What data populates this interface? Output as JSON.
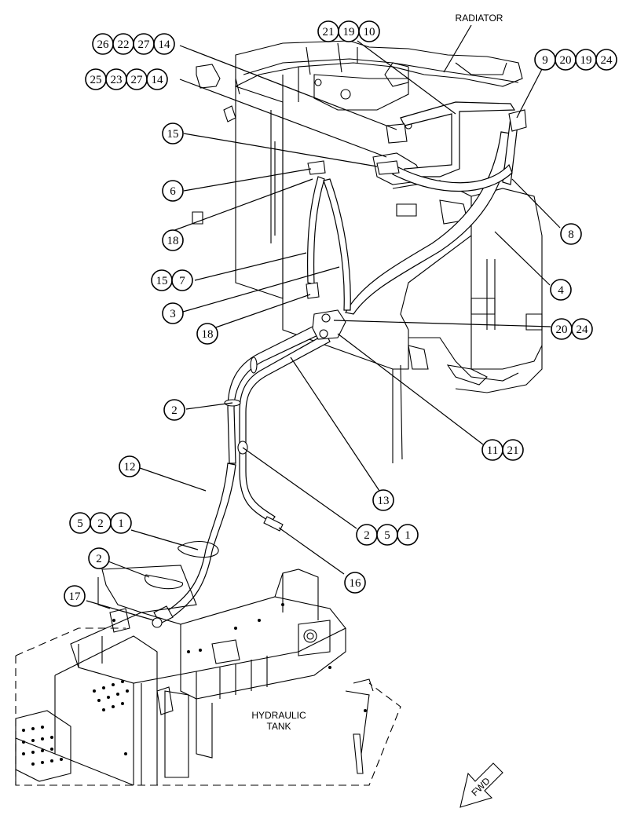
{
  "labels": {
    "radiator": "RADIATOR",
    "tank_line1": "HYDRAULIC",
    "tank_line2": "TANK",
    "fwd": "FWD"
  },
  "callouts": [
    {
      "id": "c-21-19-10",
      "numbers": [
        "21",
        "19",
        "10"
      ]
    },
    {
      "id": "c-26-22-27-14",
      "numbers": [
        "26",
        "22",
        "27",
        "14"
      ]
    },
    {
      "id": "c-25-23-27-14",
      "numbers": [
        "25",
        "23",
        "27",
        "14"
      ]
    },
    {
      "id": "c-9-20-19-24",
      "numbers": [
        "9",
        "20",
        "19",
        "24"
      ]
    },
    {
      "id": "c-15a",
      "numbers": [
        "15"
      ]
    },
    {
      "id": "c-6",
      "numbers": [
        "6"
      ]
    },
    {
      "id": "c-18a",
      "numbers": [
        "18"
      ]
    },
    {
      "id": "c-8",
      "numbers": [
        "8"
      ]
    },
    {
      "id": "c-15-7",
      "numbers": [
        "15",
        "7"
      ]
    },
    {
      "id": "c-4",
      "numbers": [
        "4"
      ]
    },
    {
      "id": "c-3",
      "numbers": [
        "3"
      ]
    },
    {
      "id": "c-18b",
      "numbers": [
        "18"
      ]
    },
    {
      "id": "c-20-24",
      "numbers": [
        "20",
        "24"
      ]
    },
    {
      "id": "c-2a",
      "numbers": [
        "2"
      ]
    },
    {
      "id": "c-11-21",
      "numbers": [
        "11",
        "21"
      ]
    },
    {
      "id": "c-12",
      "numbers": [
        "12"
      ]
    },
    {
      "id": "c-13",
      "numbers": [
        "13"
      ]
    },
    {
      "id": "c-2-5-1",
      "numbers": [
        "2",
        "5",
        "1"
      ]
    },
    {
      "id": "c-5-2-1",
      "numbers": [
        "5",
        "2",
        "1"
      ]
    },
    {
      "id": "c-2b",
      "numbers": [
        "2"
      ]
    },
    {
      "id": "c-16",
      "numbers": [
        "16"
      ]
    },
    {
      "id": "c-17",
      "numbers": [
        "17"
      ]
    }
  ]
}
